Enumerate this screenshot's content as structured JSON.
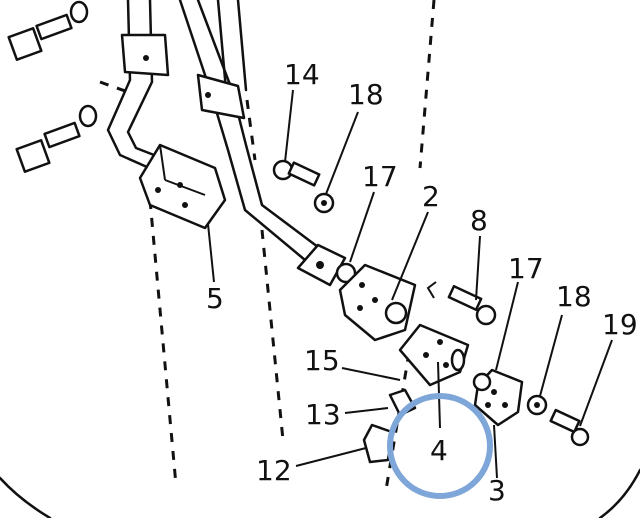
{
  "diagram": {
    "callouts": [
      {
        "id": "14",
        "text": "14"
      },
      {
        "id": "18a",
        "text": "18"
      },
      {
        "id": "17a",
        "text": "17"
      },
      {
        "id": "2",
        "text": "2"
      },
      {
        "id": "8",
        "text": "8"
      },
      {
        "id": "5",
        "text": "5"
      },
      {
        "id": "17b",
        "text": "17"
      },
      {
        "id": "18b",
        "text": "18"
      },
      {
        "id": "19",
        "text": "19"
      },
      {
        "id": "15",
        "text": "15"
      },
      {
        "id": "13",
        "text": "13"
      },
      {
        "id": "4",
        "text": "4"
      },
      {
        "id": "12",
        "text": "12"
      },
      {
        "id": "3",
        "text": "3"
      }
    ],
    "highlight_color": "#7ea6d8"
  }
}
